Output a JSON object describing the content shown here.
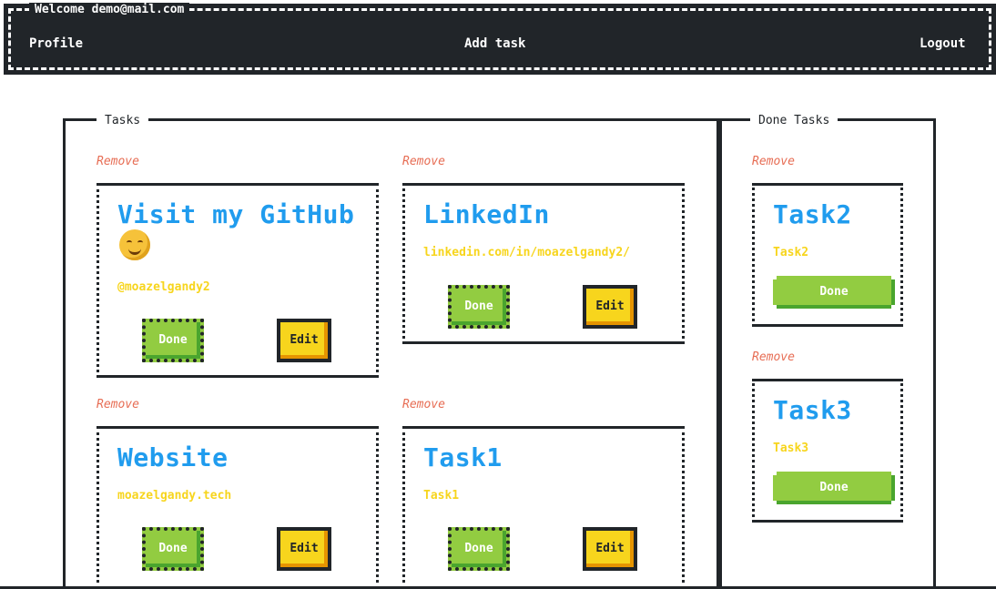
{
  "nav": {
    "welcome": "Welcome demo@mail.com",
    "profile": "Profile",
    "add_task": "Add task",
    "logout": "Logout"
  },
  "tasks_section": {
    "legend": "Tasks",
    "remove_label": "Remove",
    "done_label": "Done",
    "edit_label": "Edit",
    "items": [
      {
        "title": "Visit my GitHub",
        "emoji": "smiling-face-icon",
        "desc": "@moazelgandy2"
      },
      {
        "title": "LinkedIn",
        "desc": "linkedin.com/in/moazelgandy2/"
      },
      {
        "title": "Website",
        "desc": "moazelgandy.tech"
      },
      {
        "title": "Task1",
        "desc": "Task1"
      }
    ]
  },
  "done_section": {
    "legend": "Done Tasks",
    "remove_label": "Remove",
    "done_label": "Done",
    "items": [
      {
        "title": "Task2",
        "desc": "Task2"
      },
      {
        "title": "Task3",
        "desc": "Task3"
      }
    ]
  },
  "colors": {
    "primary": "#209cee",
    "success": "#92cc41",
    "warning": "#f7d51d",
    "error": "#e76e55",
    "dark": "#212529"
  }
}
